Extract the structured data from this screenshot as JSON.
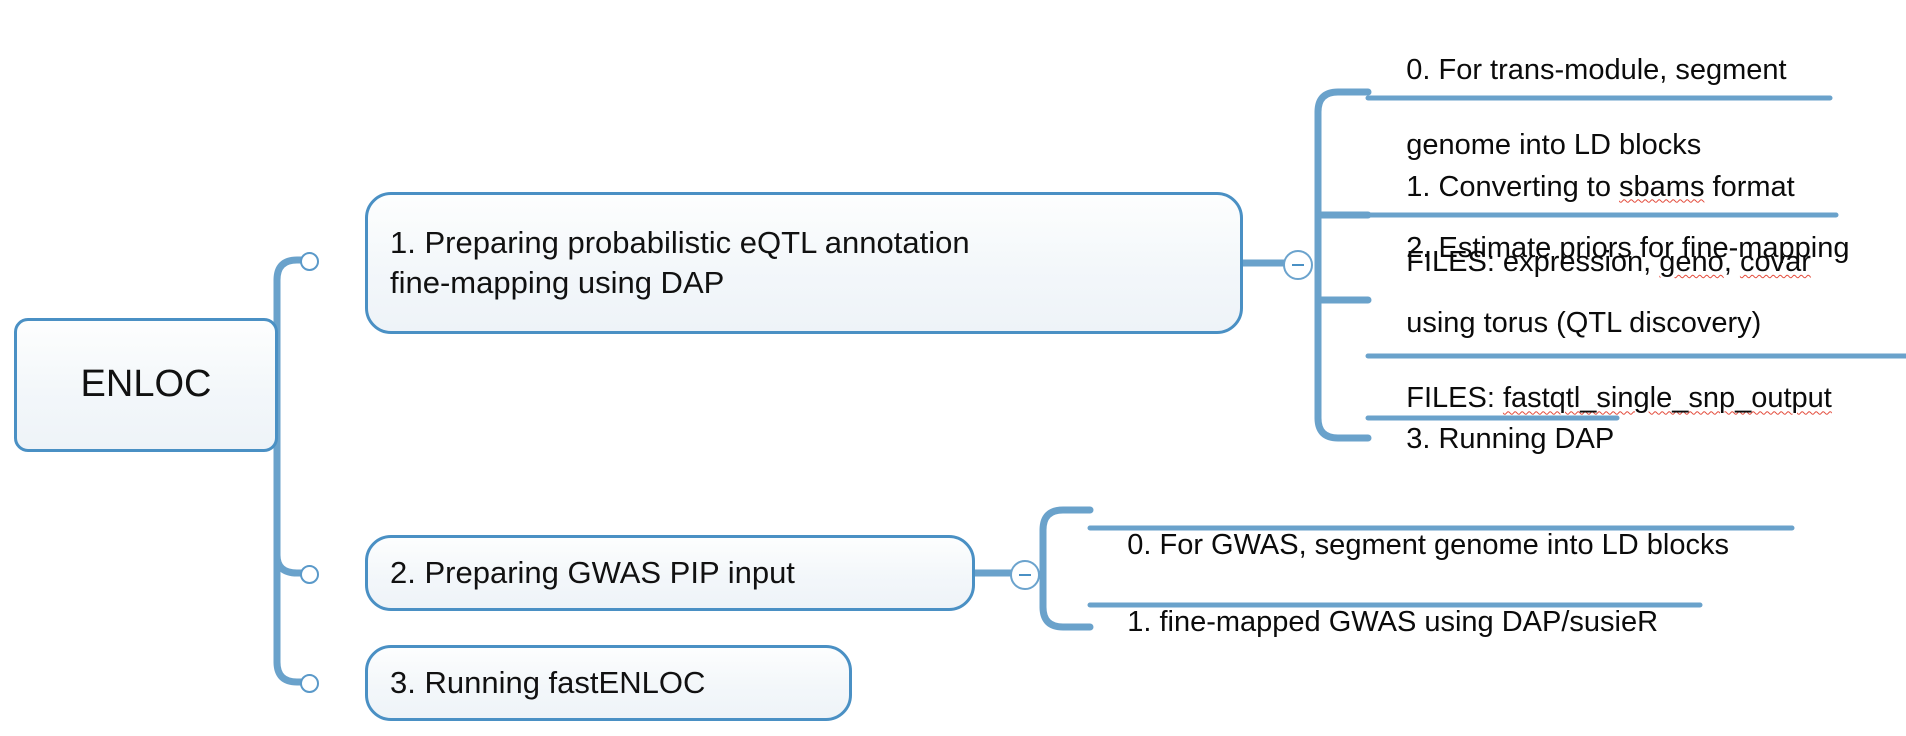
{
  "diagram": {
    "type": "mind-map",
    "colors": {
      "link": "#4a90c4",
      "node_border": "#4a90c4",
      "node_fill": "#f1f6fa",
      "text": "#111111",
      "spellcheck_underline": "#e34a3a",
      "background": "#ffffff"
    },
    "root": {
      "label": "ENLOC"
    },
    "branches": [
      {
        "id": "branch-1",
        "label_line1": "1. Preparing probabilistic eQTL annotation",
        "label_line2": "fine-mapping using DAP",
        "toggle": {
          "icon": "minus-icon",
          "state": "expanded"
        },
        "children": [
          {
            "id": "b1-child-0",
            "lines": [
              {
                "text": "0. For trans-module, segment"
              },
              {
                "text": "genome into LD blocks"
              }
            ]
          },
          {
            "id": "b1-child-1",
            "lines": [
              {
                "pre": "1. Converting to ",
                "spell": "sbams",
                "post": " format"
              },
              {
                "pre": "FILES: expression, ",
                "spell": "geno",
                "mid": ", ",
                "spell2": "covar",
                "post": ""
              }
            ]
          },
          {
            "id": "b1-child-2",
            "lines": [
              {
                "text": "2. Estimate priors for fine-mapping"
              },
              {
                "text": "using torus (QTL discovery)"
              },
              {
                "pre": "FILES: ",
                "spell": "fastqtl_single_snp_output",
                "post": ""
              }
            ]
          },
          {
            "id": "b1-child-3",
            "lines": [
              {
                "text": "3. Running DAP"
              }
            ]
          }
        ]
      },
      {
        "id": "branch-2",
        "label_line1": "2. Preparing GWAS PIP input",
        "toggle": {
          "icon": "minus-icon",
          "state": "expanded"
        },
        "children": [
          {
            "id": "b2-child-0",
            "lines": [
              {
                "text": "0. For GWAS, segment genome into LD blocks"
              }
            ]
          },
          {
            "id": "b2-child-1",
            "lines": [
              {
                "text": "1. fine-mapped GWAS using DAP/susieR"
              }
            ]
          }
        ]
      },
      {
        "id": "branch-3",
        "label_line1": "3. Running fastENLOC",
        "children": []
      }
    ]
  }
}
